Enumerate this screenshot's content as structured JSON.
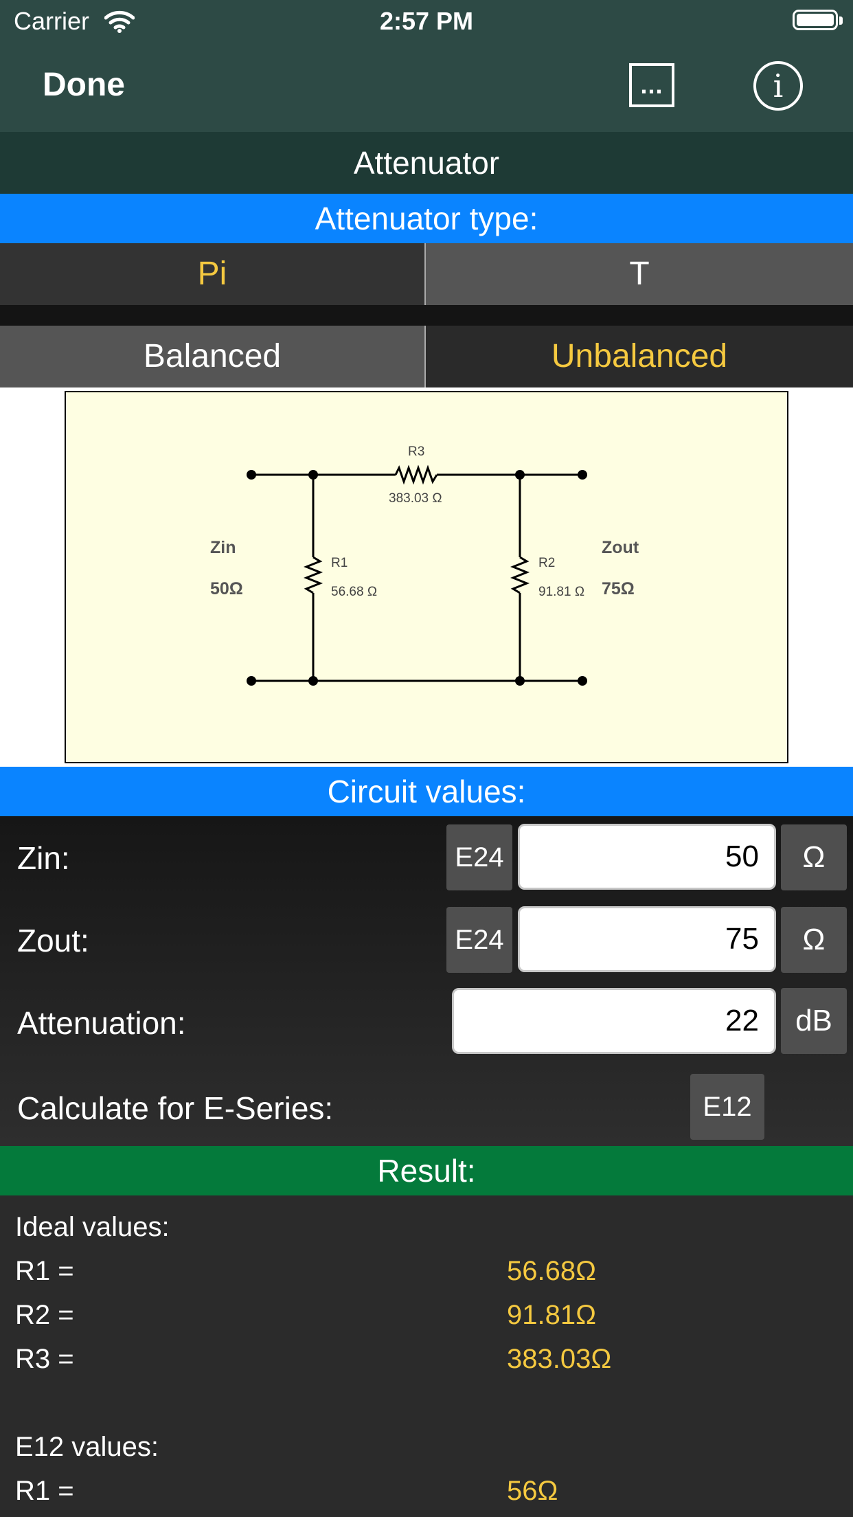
{
  "status": {
    "carrier": "Carrier",
    "time": "2:57 PM"
  },
  "nav": {
    "done_label": "Done",
    "more_label": "...",
    "info_label": "i"
  },
  "title": "Attenuator",
  "type_section": {
    "header": "Attenuator type:",
    "options": [
      "Pi",
      "T"
    ],
    "selected": "Pi",
    "balance_options": [
      "Balanced",
      "Unbalanced"
    ],
    "balance_selected": "Unbalanced"
  },
  "diagram": {
    "zin_label": "Zin",
    "zin_value": "50Ω",
    "zout_label": "Zout",
    "zout_value": "75Ω",
    "r1_label": "R1",
    "r1_value": "56.68 Ω",
    "r2_label": "R2",
    "r2_value": "91.81 Ω",
    "r3_label": "R3",
    "r3_value": "383.03 Ω"
  },
  "circuit": {
    "header": "Circuit values:",
    "zin": {
      "label": "Zin:",
      "series": "E24",
      "value": "50",
      "unit": "Ω"
    },
    "zout": {
      "label": "Zout:",
      "series": "E24",
      "value": "75",
      "unit": "Ω"
    },
    "attenuation": {
      "label": "Attenuation:",
      "value": "22",
      "unit": "dB"
    },
    "eseries": {
      "label": "Calculate for E-Series:",
      "value": "E12"
    }
  },
  "result": {
    "header": "Result:",
    "ideal_title": "Ideal values:",
    "ideal": [
      {
        "name": "R1 =",
        "value": "56.68Ω"
      },
      {
        "name": "R2 =",
        "value": "91.81Ω"
      },
      {
        "name": "R3 =",
        "value": "383.03Ω"
      }
    ],
    "e12_title": "E12 values:",
    "e12": [
      {
        "name": "R1 =",
        "value": "56Ω"
      }
    ]
  },
  "colors": {
    "accent_blue": "#0a84ff",
    "result_green": "#047a3b",
    "selected_yellow": "#f5c940",
    "nav_bg": "#2d4a45"
  }
}
